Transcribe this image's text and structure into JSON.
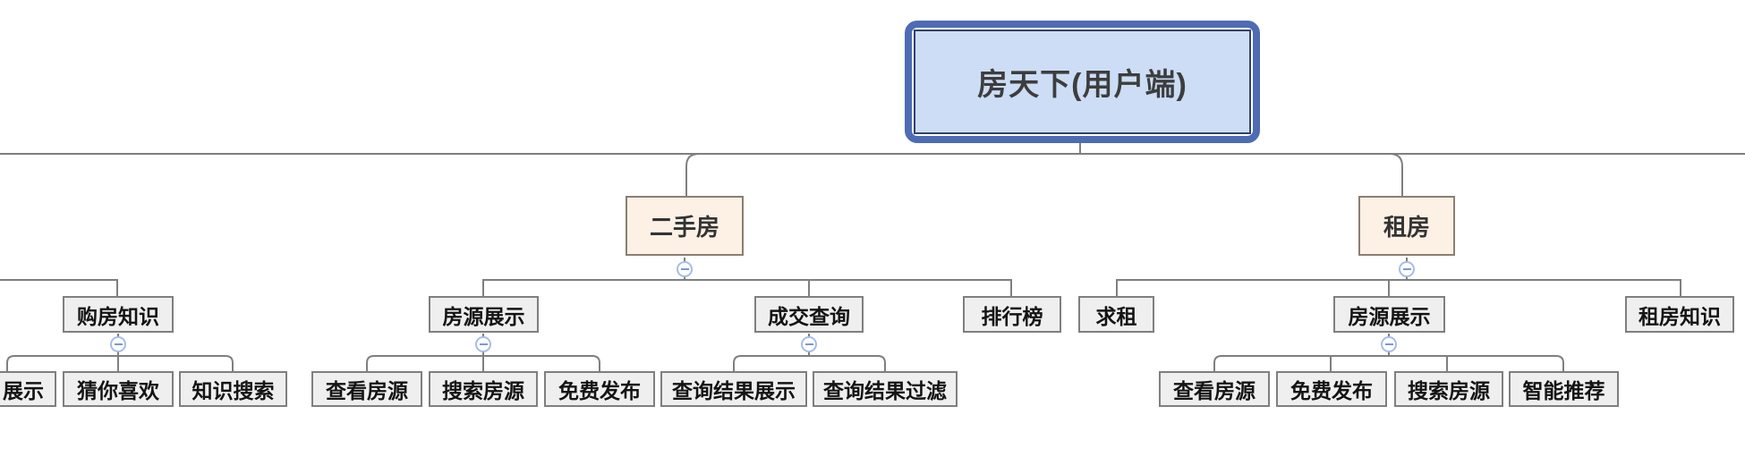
{
  "mindmap": {
    "root": {
      "label": "房天下(用户端)",
      "selected": true
    },
    "offscreen_left": {
      "children": [
        {
          "label": "购房知识",
          "children": [
            {
              "label": "展示",
              "truncated_at_left_edge": true
            },
            {
              "label": "猜你喜欢"
            },
            {
              "label": "知识搜索"
            }
          ]
        }
      ]
    },
    "branches": [
      {
        "label": "二手房",
        "children": [
          {
            "label": "房源展示",
            "children": [
              {
                "label": "查看房源"
              },
              {
                "label": "搜索房源"
              },
              {
                "label": "免费发布"
              }
            ]
          },
          {
            "label": "成交查询",
            "children": [
              {
                "label": "查询结果展示"
              },
              {
                "label": "查询结果过滤"
              }
            ]
          },
          {
            "label": "排行榜"
          }
        ]
      },
      {
        "label": "租房",
        "children": [
          {
            "label": "求租"
          },
          {
            "label": "房源展示",
            "children": [
              {
                "label": "查看房源"
              },
              {
                "label": "免费发布"
              },
              {
                "label": "搜索房源"
              },
              {
                "label": "智能推荐"
              }
            ]
          },
          {
            "label": "租房知识"
          }
        ]
      }
    ]
  },
  "icons": {
    "collapse": "minus-circle-icon"
  },
  "colors": {
    "selection_ring": "#4e6cb4",
    "root_fill": "#ccddf5",
    "root_border": "#34406b",
    "branch_fill": "#fdf1e6",
    "branch_border": "#8a7f74",
    "topic_fill": "#efefef",
    "topic_border": "#7f7f7f",
    "connector_line": "#7f7f7f",
    "collapse_ring": "#a6bde6",
    "collapse_minus": "#7e98c9"
  }
}
